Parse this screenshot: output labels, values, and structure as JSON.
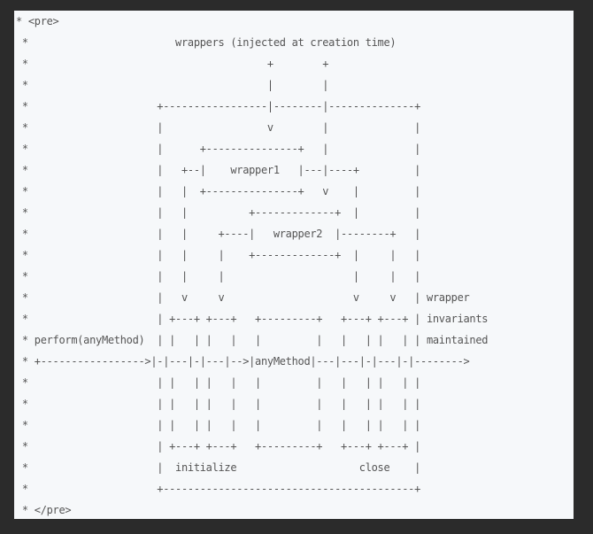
{
  "code_block": {
    "lines": [
      "* <pre>",
      " *                        wrappers (injected at creation time)",
      " *                                       +        +",
      " *                                       |        |",
      " *                     +-----------------|--------|--------------+",
      " *                     |                 v        |              |",
      " *                     |      +---------------+   |              |",
      " *                     |   +--|    wrapper1   |---|----+         |",
      " *                     |   |  +---------------+   v    |         |",
      " *                     |   |          +-------------+  |         |",
      " *                     |   |     +----|   wrapper2  |--------+   |",
      " *                     |   |     |    +-------------+  |     |   |",
      " *                     |   |     |                     |     |   |",
      " *                     |   v     v                     v     v   | wrapper",
      " *                     | +---+ +---+   +---------+   +---+ +---+ | invariants",
      " * perform(anyMethod)  | |   | |   |   |         |   |   | |   | | maintained",
      " * +----------------->|-|---|-|---|-->|anyMethod|---|---|-|---|-|-------->",
      " *                     | |   | |   |   |         |   |   | |   | |",
      " *                     | |   | |   |   |         |   |   | |   | |",
      " *                     | |   | |   |   |         |   |   | |   | |",
      " *                     | +---+ +---+   +---------+   +---+ +---+ |",
      " *                     |  initialize                    close    |",
      " *                     +-----------------------------------------+",
      " * </pre>"
    ]
  }
}
